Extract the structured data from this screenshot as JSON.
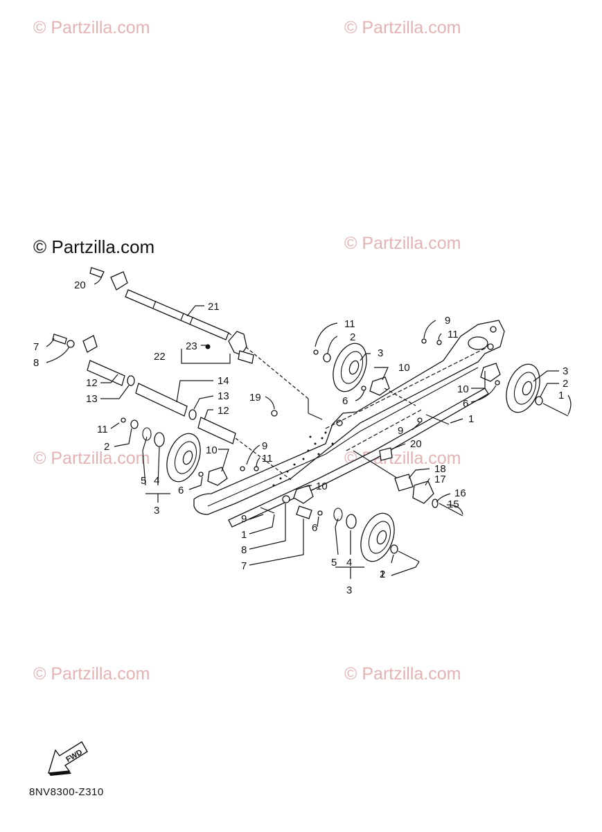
{
  "watermarks": {
    "main": "© Partzilla.com",
    "faint": "© Partzilla.com"
  },
  "diagram_code": "8NV8300-Z310",
  "fwd_label": "FWD",
  "callouts": {
    "c20a": "20",
    "c21": "21",
    "c7a": "7",
    "c8a": "8",
    "c23": "23",
    "c22": "22",
    "c12a": "12",
    "c13a": "13",
    "c14": "14",
    "c13b": "13",
    "c12b": "12",
    "c11a": "11",
    "c2a": "2",
    "c5a": "5",
    "c4a": "4",
    "c3a": "3",
    "c10a": "10",
    "c6a": "6",
    "c19": "19",
    "c9a": "9",
    "c11b": "11",
    "c10b": "10",
    "c9b": "9",
    "c1a": "1",
    "c8b": "8",
    "c7b": "7",
    "c6b": "6",
    "c5b": "5",
    "c4b": "4",
    "c3b": "3",
    "c2b": "2",
    "c1b": "1",
    "c11c": "11",
    "c2c": "2",
    "c3c": "3",
    "c10c": "10",
    "c6c": "6",
    "c9c": "9",
    "c11d": "11",
    "c3d": "3",
    "c2d": "2",
    "c1c": "1",
    "c10d": "10",
    "c6d": "6",
    "c9d": "9",
    "c1d": "1",
    "c20b": "20",
    "c18": "18",
    "c17": "17",
    "c16": "16",
    "c15": "15"
  }
}
